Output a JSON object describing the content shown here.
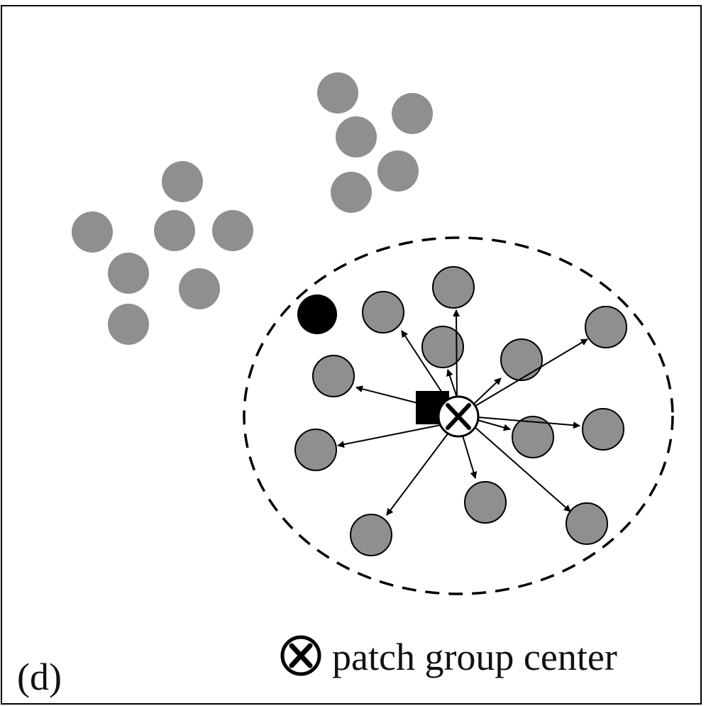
{
  "panel_label": "(d)",
  "legend": {
    "icon": "circle-cross-icon",
    "text": "patch group center"
  },
  "colors": {
    "border": "#000000",
    "background": "#ffffff",
    "patch_fill": "#8f8f8f",
    "patch_stroke": "#000000",
    "selected_patch": "#000000",
    "square_marker": "#000000",
    "center_fill": "#ffffff",
    "dashed_ellipse": "#000000",
    "arrow": "#000000"
  },
  "icons": [
    "circle-cross-icon",
    "square-marker-icon",
    "dashed-ellipse"
  ]
}
